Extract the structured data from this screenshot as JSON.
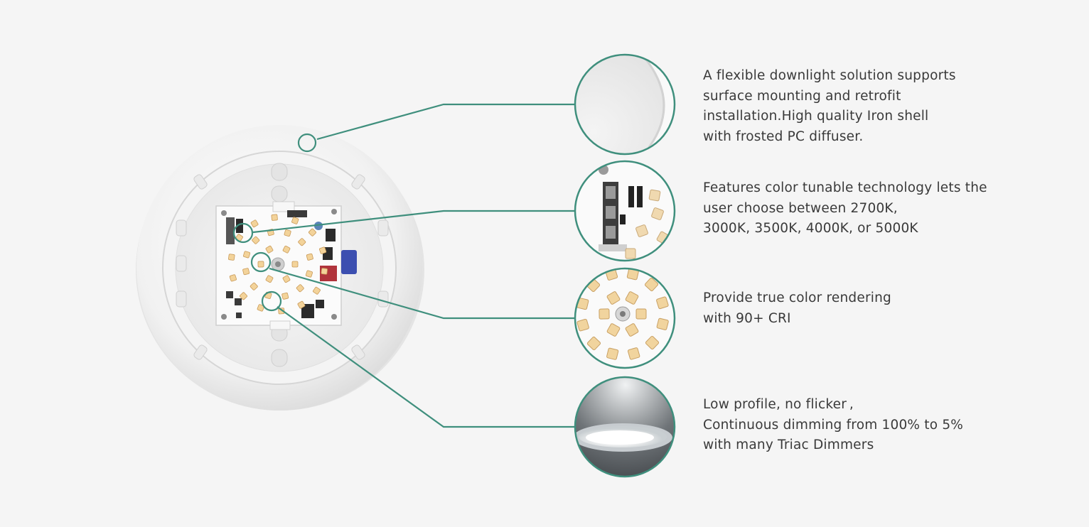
{
  "accent_color": "#3f8f7d",
  "background_color": "#f5f5f5",
  "product": {
    "name": "led-downlight-back-view",
    "callouts": [
      {
        "id": "shell",
        "icon": "frosted-shell-detail"
      },
      {
        "id": "switch",
        "icon": "cct-switch-detail"
      },
      {
        "id": "leds",
        "icon": "led-array-detail"
      },
      {
        "id": "dimming",
        "icon": "lit-downlight-detail"
      }
    ]
  },
  "features": [
    {
      "lines": [
        "A flexible downlight solution supports",
        "surface mounting and retrofit",
        "installation.High quality Iron shell",
        "with frosted PC diffuser."
      ]
    },
    {
      "lines": [
        "Features color tunable technology lets the",
        "user choose between 2700K,",
        "3000K, 3500K, 4000K, or 5000K"
      ]
    },
    {
      "lines": [
        "Provide true color rendering",
        "with 90+ CRI"
      ]
    },
    {
      "lines": [
        "Low profile, no flicker ,",
        "Continuous dimming from 100% to 5%",
        "with many Triac Dimmers"
      ]
    }
  ]
}
